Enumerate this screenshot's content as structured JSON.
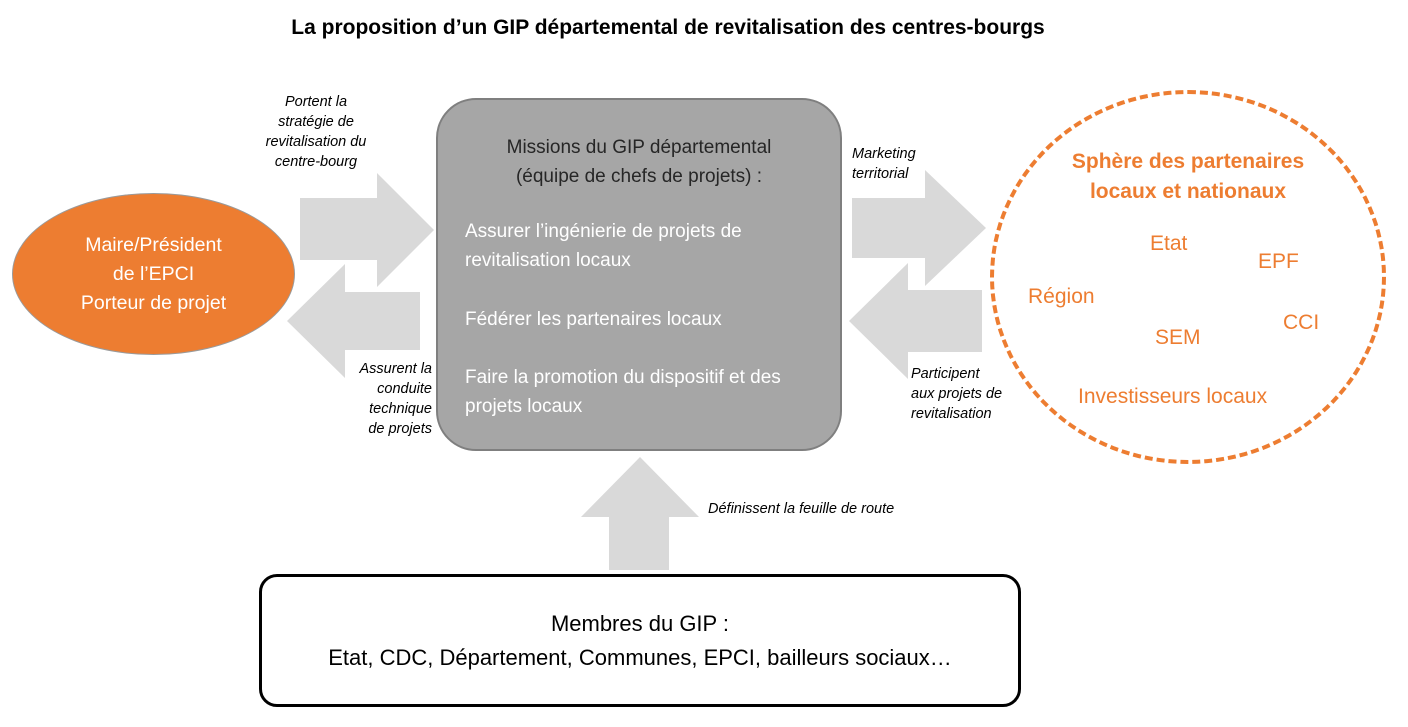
{
  "title": "La proposition d’un GIP départemental de revitalisation des centres-bourgs",
  "porteur": {
    "lines": [
      "Maire/Président",
      "de l’EPCI",
      "Porteur de projet"
    ]
  },
  "gip": {
    "heading": [
      "Missions du GIP départemental",
      "(équipe de chefs de projets)  :"
    ],
    "missions": [
      "Assurer l’ingénierie de projets de revitalisation locaux",
      "Fédérer les partenaires locaux",
      "Faire la promotion du dispositif et des projets locaux"
    ]
  },
  "sphere": {
    "title": [
      "Sphère des partenaires",
      "locaux et nationaux"
    ],
    "partners": [
      "Etat",
      "EPF",
      "Région",
      "CCI",
      "SEM",
      "Investisseurs locaux"
    ]
  },
  "membres": {
    "title": "Membres du GIP :",
    "list": "Etat, CDC, Département, Communes, EPCI, bailleurs sociaux…"
  },
  "arrow_labels": {
    "portent": [
      "Portent la",
      "stratégie de",
      "revitalisation du",
      "centre-bourg"
    ],
    "assurent": [
      "Assurent la",
      "conduite",
      "technique",
      "de projets"
    ],
    "marketing": [
      "Marketing",
      "territorial"
    ],
    "participent": [
      "Participent",
      "aux projets de",
      "revitalisation"
    ],
    "definissent": "Définissent la feuille de route"
  },
  "colors": {
    "orange": "#ed7d31",
    "box_gray": "#a6a6a6",
    "arrow_gray": "#d9d9d9"
  }
}
